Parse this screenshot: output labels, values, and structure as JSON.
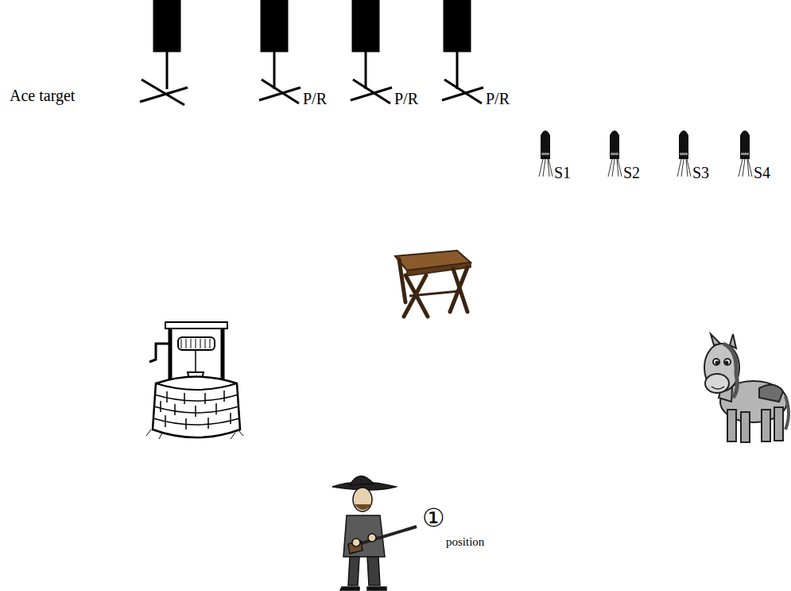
{
  "diagram": {
    "labels": [
      "Ace target",
      "P/R",
      "P/R",
      "P/R",
      "S1",
      "S2",
      "S3",
      "S4",
      "①",
      "position"
    ]
  }
}
